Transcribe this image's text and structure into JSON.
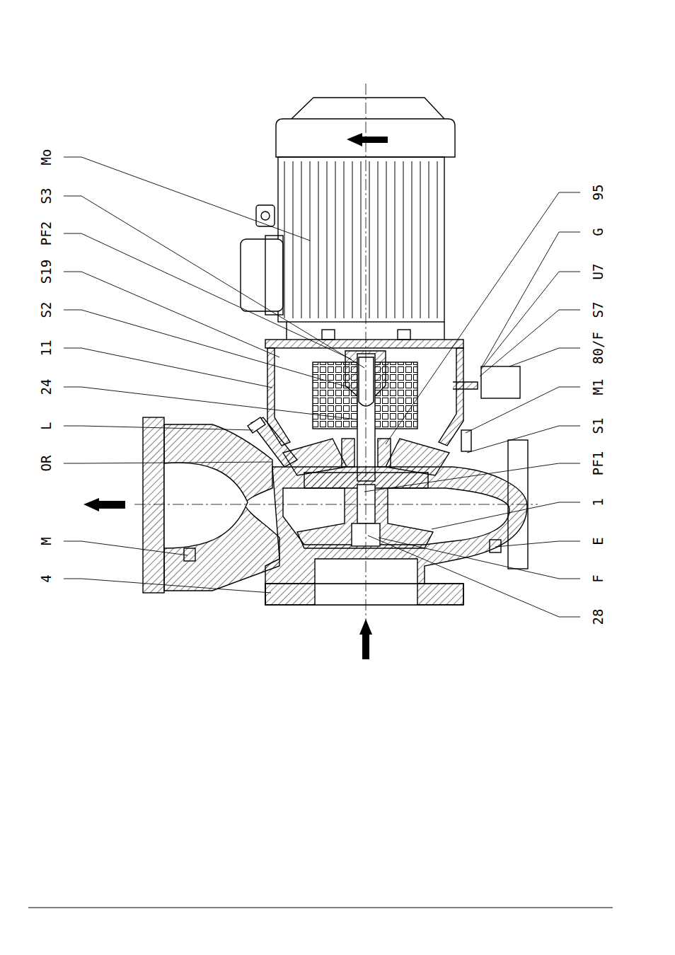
{
  "diagram": {
    "labels": [
      "Mo",
      "S3",
      "PF2",
      "S19",
      "S2",
      "11",
      "24",
      "L",
      "OR",
      "M",
      "4",
      "95",
      "G",
      "U7",
      "S7",
      "80/F",
      "M1",
      "S1",
      "PF1",
      "1",
      "E",
      "F",
      "28"
    ]
  }
}
